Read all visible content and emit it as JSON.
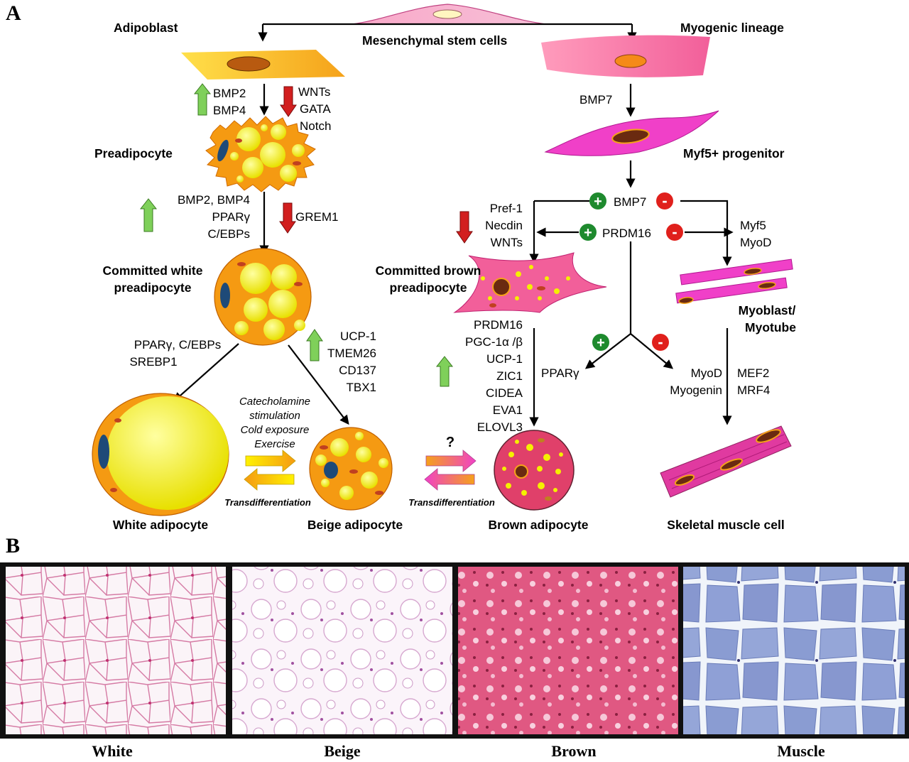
{
  "panels": {
    "a": "A",
    "b": "B"
  },
  "stages": {
    "adipoblast": "Adipoblast",
    "msc": "Mesenchymal stem cells",
    "myogenic": "Myogenic lineage",
    "preadipocyte": "Preadipocyte",
    "myf5": "Myf5+ progenitor",
    "cwp1": "Committed white",
    "cwp2": "preadipocyte",
    "cbp1": "Committed brown",
    "cbp2": "preadipocyte",
    "myoblast1": "Myoblast/",
    "myoblast2": "Myotube",
    "white": "White adipocyte",
    "beige": "Beige adipocyte",
    "brown": "Brown adipocyte",
    "skeletal": "Skeletal muscle cell"
  },
  "factors": {
    "up1": [
      "BMP2",
      "BMP4"
    ],
    "down1": [
      "WNTs",
      "GATA",
      "Notch"
    ],
    "bmp7_top": "BMP7",
    "up2": [
      "BMP2, BMP4",
      "PPARγ",
      "C/EBPs"
    ],
    "down2": [
      "GREM1"
    ],
    "bmp7_mid": "BMP7",
    "prdm16_mid": "PRDM16",
    "down3": [
      "Pref-1",
      "Necdin",
      "WNTs"
    ],
    "myf5_myod": [
      "Myf5",
      "MyoD"
    ],
    "white_tf": [
      "PPARγ, C/EBPs",
      "SREBP1"
    ],
    "beige_up": [
      "UCP-1",
      "TMEM26",
      "CD137",
      "TBX1"
    ],
    "brown_markers": [
      "PRDM16",
      "PGC-1α /β",
      "UCP-1",
      "ZIC1",
      "CIDEA",
      "EVA1",
      "ELOVL3"
    ],
    "ppar": "PPARγ",
    "myod_myogenin": [
      "MyoD",
      "Myogenin"
    ],
    "mef2_mrf4": [
      "MEF2",
      "MRF4"
    ]
  },
  "stimuli": [
    "Catecholamine",
    "stimulation",
    "Cold exposure",
    "Exercise"
  ],
  "transdiff": "Transdifferentiation",
  "question": "?",
  "plus": "+",
  "minus": "-",
  "captions": [
    "White",
    "Beige",
    "Brown",
    "Muscle"
  ],
  "colors": {
    "up_arrow": "#7fd05a",
    "down_arrow": "#d21f1f",
    "plus_circle": "#1e8a2e",
    "minus_circle": "#e0201c",
    "yellow_fat": "#f4f000",
    "orange_cell": "#f59a12",
    "magenta_cell": "#f040c8",
    "white_tissue": "#fbf3f7",
    "brown_tissue": "#e0557f",
    "muscle_tissue": "#8ea0d4"
  }
}
